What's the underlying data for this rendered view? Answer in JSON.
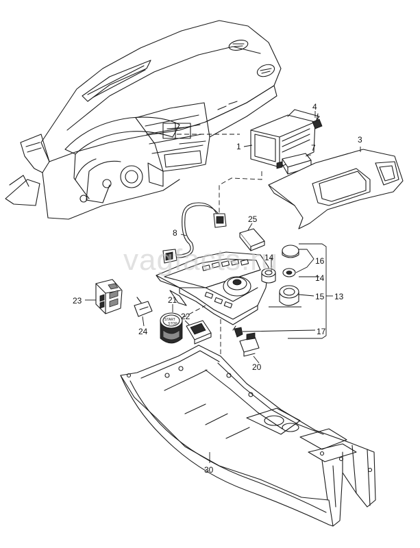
{
  "watermark": "vagfacts.ru",
  "callouts": {
    "c1": "1",
    "c3": "3",
    "c4": "4",
    "c7": "7",
    "c8": "8",
    "c13": "13",
    "c14a": "14",
    "c14b": "14",
    "c15": "15",
    "c16": "16",
    "c17": "17",
    "c20": "20",
    "c21": "21",
    "c22": "22",
    "c23": "23",
    "c24": "24",
    "c25": "25",
    "c30": "30"
  },
  "start_stop_button": {
    "line1": "START",
    "line2": "STOP"
  }
}
